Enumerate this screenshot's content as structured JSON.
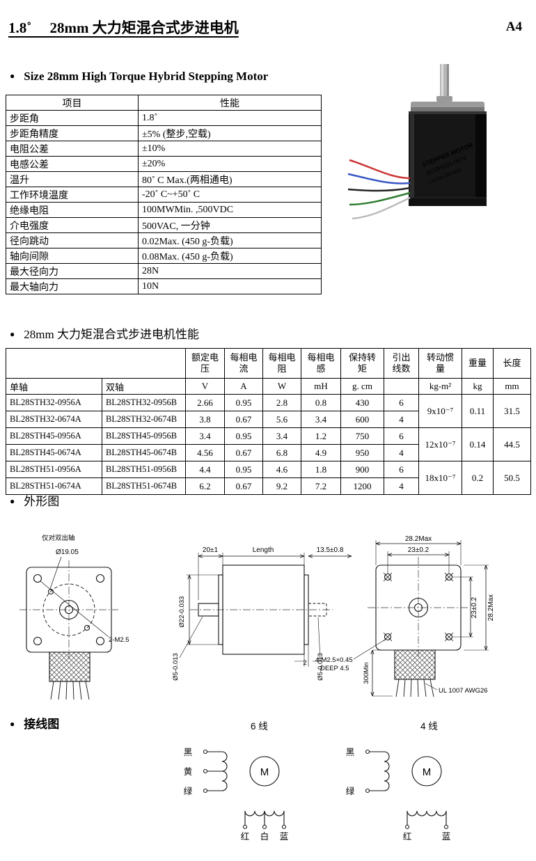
{
  "bullet": "●",
  "header": {
    "title": "1.8˚　 28mm 大力矩混合式步进电机",
    "page_size": "A4"
  },
  "section1": {
    "heading": "Size 28mm High Torque Hybrid Stepping Motor",
    "spec_table": {
      "headers": [
        "项目",
        "性能"
      ],
      "rows": [
        [
          "步距角",
          "1.8˚"
        ],
        [
          "步距角精度",
          "±5% (整步,空载)"
        ],
        [
          "电阻公差",
          "±10%"
        ],
        [
          "电感公差",
          "±20%"
        ],
        [
          "温升",
          "80˚ C Max.(两相通电)"
        ],
        [
          "工作环境温度",
          "-20˚ C~+50˚ C"
        ],
        [
          "绝缘电阻",
          "100MWMin. ,500VDC"
        ],
        [
          "介电强度",
          "500VAC, 一分钟"
        ],
        [
          "径向跳动",
          "0.02Max. (450 g-负载)"
        ],
        [
          "轴向间隙",
          "0.08Max. (450 g-负载)"
        ],
        [
          "最大径向力",
          "28N"
        ],
        [
          "最大轴向力",
          "10N"
        ]
      ]
    },
    "motor_photo": {
      "label_line1": "STEPPER MOTOR",
      "label_line2": "JK28HS51-0674",
      "label_line3": "Lot No.201406"
    }
  },
  "section2": {
    "heading": "28mm 大力矩混合式步进电机性能",
    "perf_table": {
      "group_headers": [
        "额定电压",
        "每相电流",
        "每相电阻",
        "每相电感",
        "保持转矩",
        "引出线数",
        "转动惯量",
        "重量",
        "长度"
      ],
      "sub_headers": {
        "single": "单轴",
        "double": "双轴",
        "units": [
          "V",
          "A",
          "W",
          "mH",
          "g. cm",
          "",
          "kg-m²",
          "kg",
          "mm"
        ]
      },
      "rows": [
        [
          "BL28STH32-0956A",
          "BL28STH32-0956B",
          "2.66",
          "0.95",
          "2.8",
          "0.8",
          "430",
          "6"
        ],
        [
          "BL28STH32-0674A",
          "BL28STH32-0674B",
          "3.8",
          "0.67",
          "5.6",
          "3.4",
          "600",
          "4"
        ],
        [
          "BL28STH45-0956A",
          "BL28STH45-0956B",
          "3.4",
          "0.95",
          "3.4",
          "1.2",
          "750",
          "6"
        ],
        [
          "BL28STH45-0674A",
          "BL28STH45-0674B",
          "4.56",
          "0.67",
          "6.8",
          "4.9",
          "950",
          "4"
        ],
        [
          "BL28STH51-0956A",
          "BL28STH51-0956B",
          "4.4",
          "0.95",
          "4.6",
          "1.8",
          "900",
          "6"
        ],
        [
          "BL28STH51-0674A",
          "BL28STH51-0674B",
          "6.2",
          "0.67",
          "9.2",
          "7.2",
          "1200",
          "4"
        ]
      ],
      "groups": [
        {
          "inertia": "9x10⁻⁷",
          "weight": "0.11",
          "length": "31.5"
        },
        {
          "inertia": "12x10⁻⁷",
          "weight": "0.14",
          "length": "44.5"
        },
        {
          "inertia": "18x10⁻⁷",
          "weight": "0.2",
          "length": "50.5"
        }
      ]
    }
  },
  "outline": {
    "heading": "外形图",
    "note": "仅对双出轴",
    "front": {
      "pitch_dia": "Ø19.05",
      "holes": "2-M2.5"
    },
    "side": {
      "dim_shaft_len": "20±1",
      "dim_body_len": "Length",
      "dia_boss": "Ø22-0.033",
      "dia_shaft": "Ø5-0.013",
      "dim_boss_t": "2",
      "dia_rear_shaft": "Ø5-0.013",
      "dim_rear": "13.5±0.8"
    },
    "rear": {
      "dim_w_max": "28.2Max",
      "dim_w": "23±0.2",
      "dim_h": "23±0.2",
      "dim_h_max": "28.2Max",
      "tap_line1": "4-M2.5×0.45",
      "tap_line2": "DEEP 4.5",
      "wire_len": "300Min",
      "wire_spec": "UL 1007 AWG26"
    }
  },
  "wiring": {
    "heading": "接线图",
    "six": {
      "title": "6 线",
      "lead1": "黑",
      "lead2": "黄",
      "lead3": "绿",
      "motor": "M",
      "bottom1": "红",
      "bottom2": "白",
      "bottom3": "蓝"
    },
    "four": {
      "title": "4 线",
      "lead1": "黑",
      "lead2": "绿",
      "motor": "M",
      "bottom1": "红",
      "bottom2": "蓝"
    }
  }
}
